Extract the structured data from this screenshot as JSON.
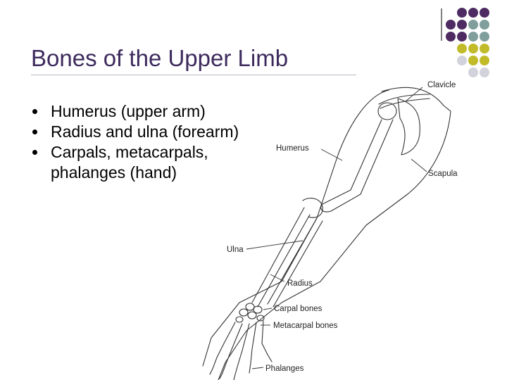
{
  "slide": {
    "title": "Bones of the Upper Limb",
    "bullets": [
      "Humerus (upper arm)",
      "Radius and ulna (forearm)",
      "Carpals, metacarpals, phalanges (hand)"
    ]
  },
  "diagram": {
    "labels": {
      "clavicle": "Clavicle",
      "humerus": "Humerus",
      "scapula": "Scapula",
      "ulna": "Ulna",
      "radius": "Radius",
      "carpal": "Carpal bones",
      "metacarpal": "Metacarpal bones",
      "phalanges": "Phalanges"
    }
  },
  "colors": {
    "title": "#3d2a5c",
    "purple": "#4e2c63",
    "teal": "#7f9e9c",
    "olive": "#c1bb2a",
    "grey": "#d2d2dc"
  }
}
